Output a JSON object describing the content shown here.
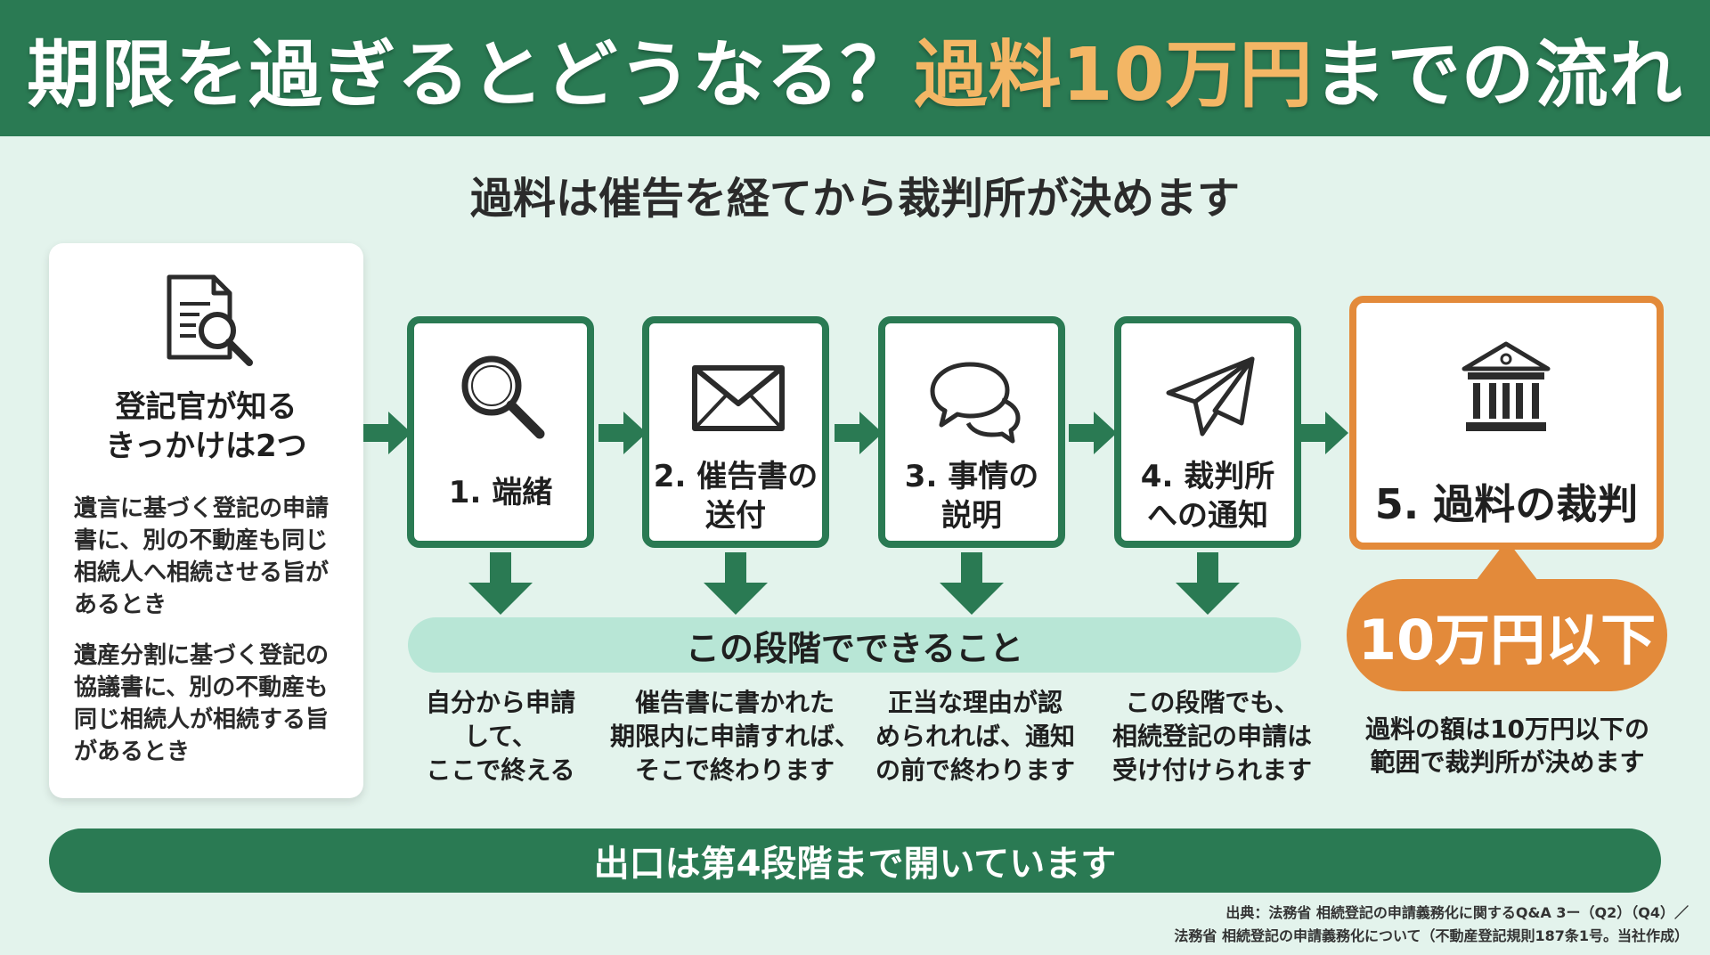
{
  "header": {
    "title_part1": "期限を過ぎるとどうなる？",
    "title_accent": "過料10万円",
    "title_part2": "までの流れ",
    "background_color": "#2a7a53",
    "accent_color": "#f3b665"
  },
  "subtitle": "過料は催告を経てから裁判所が決めます",
  "left_card": {
    "icon": "document-search-icon",
    "title_line1": "登記官が知る",
    "title_line2": "きっかけは2つ",
    "case1": "遺言に基づく登記の申請書に、別の不動産も同じ相続人へ相続させる旨があるとき",
    "case2": "遺産分割に基づく登記の協議書に、別の不動産も同じ相続人が相続する旨があるとき"
  },
  "steps": [
    {
      "icon": "magnifier-icon",
      "line1": "1. 端緒",
      "line2": ""
    },
    {
      "icon": "envelope-icon",
      "line1": "2. 催告書の",
      "line2": "送付"
    },
    {
      "icon": "speech-bubbles-icon",
      "line1": "3. 事情の",
      "line2": "説明"
    },
    {
      "icon": "paper-plane-icon",
      "line1": "4. 裁判所",
      "line2": "への通知"
    },
    {
      "icon": "courthouse-icon",
      "line1": "5. 過料の裁判",
      "line2": ""
    }
  ],
  "stage_banner": "この段階でできること",
  "descriptions": [
    {
      "line1": "自分から申請",
      "line2": "して、",
      "line3": "ここで終える"
    },
    {
      "line1": "催告書に書かれた",
      "line2": "期限内に申請すれば、",
      "line3": "そこで終わります"
    },
    {
      "line1": "正当な理由が認",
      "line2": "められれば、通知",
      "line3": "の前で終わります"
    },
    {
      "line1": "この段階でも、",
      "line2": "相続登記の申請は",
      "line3": "受け付けられます"
    }
  ],
  "amount": {
    "label": "10万円以下",
    "note_line1": "過料の額は10万円以下の",
    "note_line2": "範囲で裁判所が決めます",
    "color": "#e38a3a"
  },
  "footer_banner": "出口は第4段階まで開いています",
  "source": {
    "line1": "出典：法務省 相続登記の申請義務化に関するQ&A 3ー（Q2）（Q4）／",
    "line2": "法務省 相続登記の申請義務化について（不動産登記規則187条1号。当社作成）"
  }
}
